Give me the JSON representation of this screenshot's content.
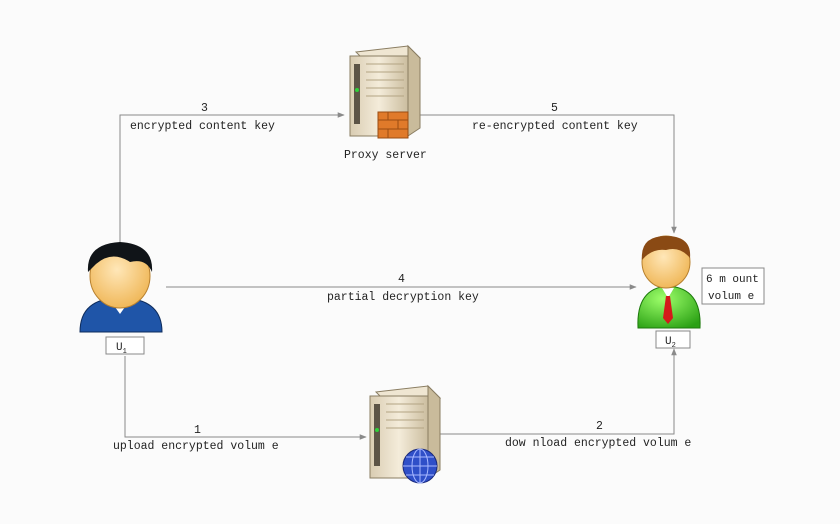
{
  "nodes": {
    "proxy": {
      "label": "Proxy server"
    },
    "user1": {
      "label": "U",
      "sub": "1"
    },
    "user2": {
      "label": "U",
      "sub": "2"
    },
    "mount_note": {
      "line1": "6 m ount",
      "line2": "volum e"
    }
  },
  "edges": {
    "e1": {
      "num": "1",
      "text": "upload encrypted volum e"
    },
    "e2": {
      "num": "2",
      "text": "dow nload encrypted volum e"
    },
    "e3": {
      "num": "3",
      "text": "encrypted content key"
    },
    "e4": {
      "num": "4",
      "text": "partial decryption key"
    },
    "e5": {
      "num": "5",
      "text": "re-encrypted content key"
    }
  },
  "colors": {
    "edge": "#8a8a8a",
    "server_body": "#e8dcc4",
    "user1_shirt": "#1f55a8",
    "user2_shirt": "#3fbf1f",
    "firewall": "#e07a2a",
    "globe": "#2f4fc8"
  }
}
